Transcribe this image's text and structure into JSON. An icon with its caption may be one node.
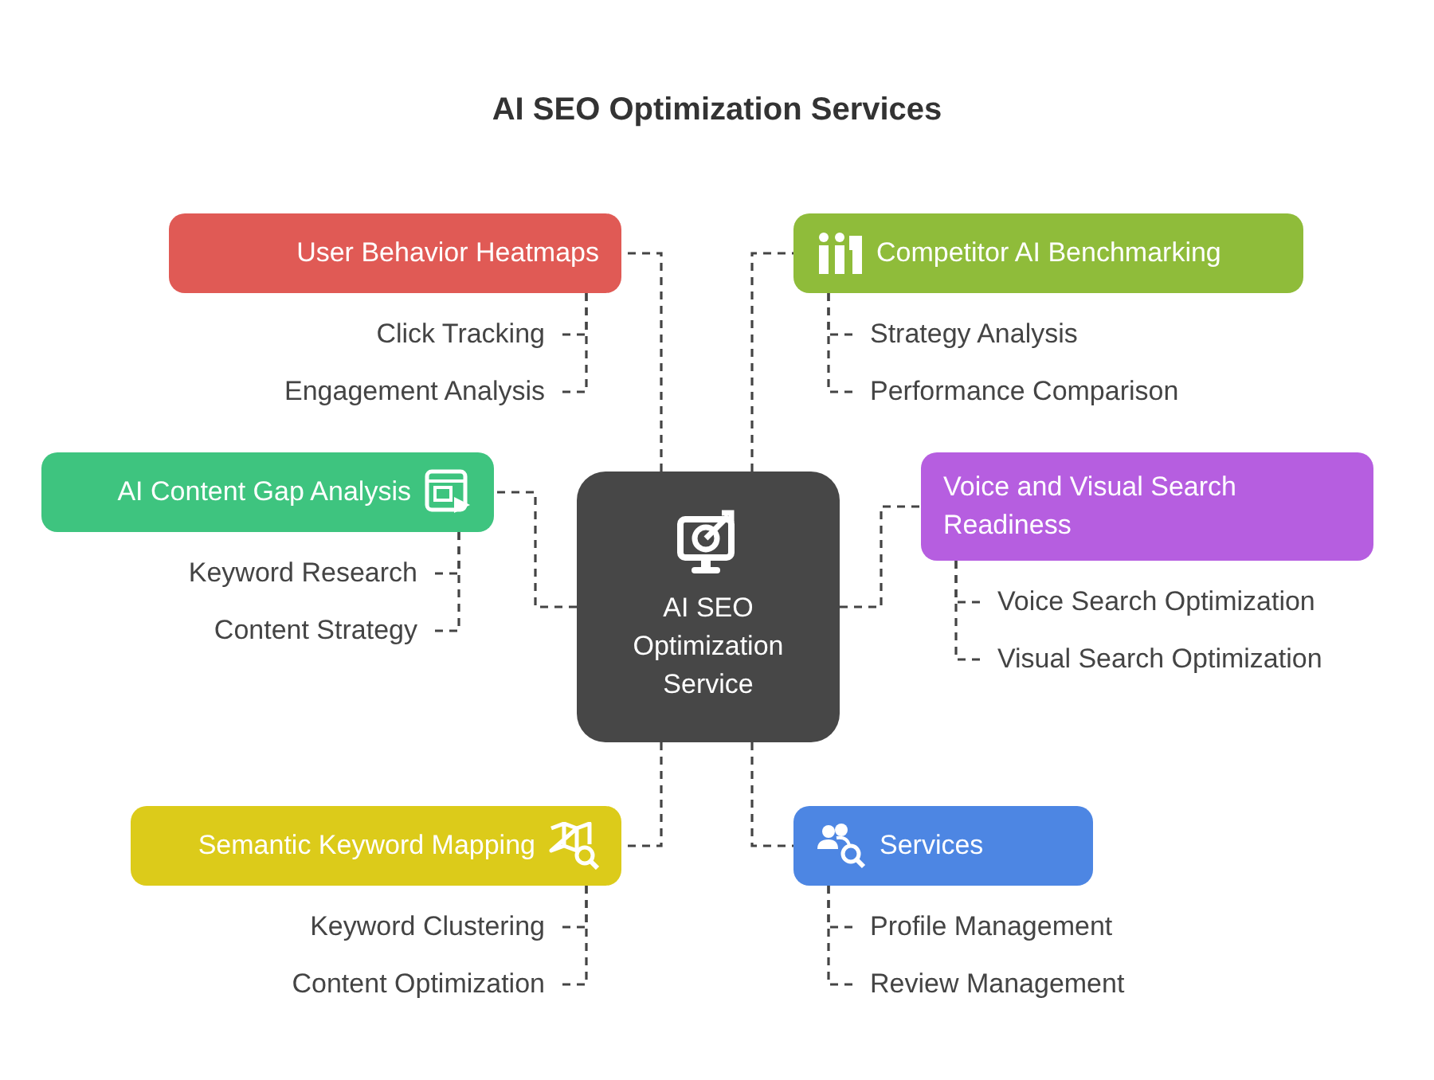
{
  "diagram": {
    "title": "AI SEO Optimization Services",
    "nodes": [
      {
        "text": [
          "AI SEO Optimization Service"
        ]
      },
      {
        "text": [
          "User Behavior Heatmaps"
        ]
      },
      {
        "text": [
          "Click Tracking"
        ]
      },
      {
        "text": [
          "Engagement Analysis"
        ]
      },
      {
        "text": [
          "Competitor AI Benchmarking"
        ]
      },
      {
        "text": [
          "Strategy Analysis"
        ]
      },
      {
        "text": [
          "Performance Comparison"
        ]
      },
      {
        "text": [
          "AI Content Gap Analysis"
        ]
      },
      {
        "text": [
          "Keyword Research"
        ]
      },
      {
        "text": [
          "Content Strategy"
        ]
      },
      {
        "text": [
          "Voice and Visual Search Readiness"
        ]
      },
      {
        "text": [
          "Voice Search Optimization"
        ]
      },
      {
        "text": [
          "Visual Search Optimization"
        ]
      },
      {
        "text": [
          "Semantic Keyword Mapping"
        ]
      },
      {
        "text": [
          "Keyword Clustering"
        ]
      },
      {
        "text": [
          "Content Optimization"
        ]
      },
      {
        "text": [
          "Services"
        ]
      },
      {
        "text": [
          "Profile Management"
        ]
      },
      {
        "text": [
          "Review Management"
        ]
      }
    ],
    "edges": [
      {
        "from": 0,
        "to": 1,
        "arrow": "none",
        "style": "dashed"
      },
      {
        "from": 1,
        "to": 2,
        "arrow": "none",
        "style": "dashed"
      },
      {
        "from": 1,
        "to": 3,
        "arrow": "none",
        "style": "dashed"
      },
      {
        "from": 0,
        "to": 4,
        "arrow": "none",
        "style": "dashed"
      },
      {
        "from": 4,
        "to": 5,
        "arrow": "none",
        "style": "dashed"
      },
      {
        "from": 4,
        "to": 6,
        "arrow": "none",
        "style": "dashed"
      },
      {
        "from": 0,
        "to": 7,
        "arrow": "none",
        "style": "dashed"
      },
      {
        "from": 7,
        "to": 8,
        "arrow": "none",
        "style": "dashed"
      },
      {
        "from": 7,
        "to": 9,
        "arrow": "none",
        "style": "dashed"
      },
      {
        "from": 0,
        "to": 10,
        "arrow": "none",
        "style": "dashed"
      },
      {
        "from": 10,
        "to": 11,
        "arrow": "none",
        "style": "dashed"
      },
      {
        "from": 10,
        "to": 12,
        "arrow": "none",
        "style": "dashed"
      },
      {
        "from": 0,
        "to": 13,
        "arrow": "none",
        "style": "dashed"
      },
      {
        "from": 13,
        "to": 14,
        "arrow": "none",
        "style": "dashed"
      },
      {
        "from": 13,
        "to": 15,
        "arrow": "none",
        "style": "dashed"
      },
      {
        "from": 0,
        "to": 16,
        "arrow": "none",
        "style": "dashed"
      },
      {
        "from": 16,
        "to": 17,
        "arrow": "none",
        "style": "dashed"
      },
      {
        "from": 16,
        "to": 18,
        "arrow": "none",
        "style": "dashed"
      }
    ]
  }
}
